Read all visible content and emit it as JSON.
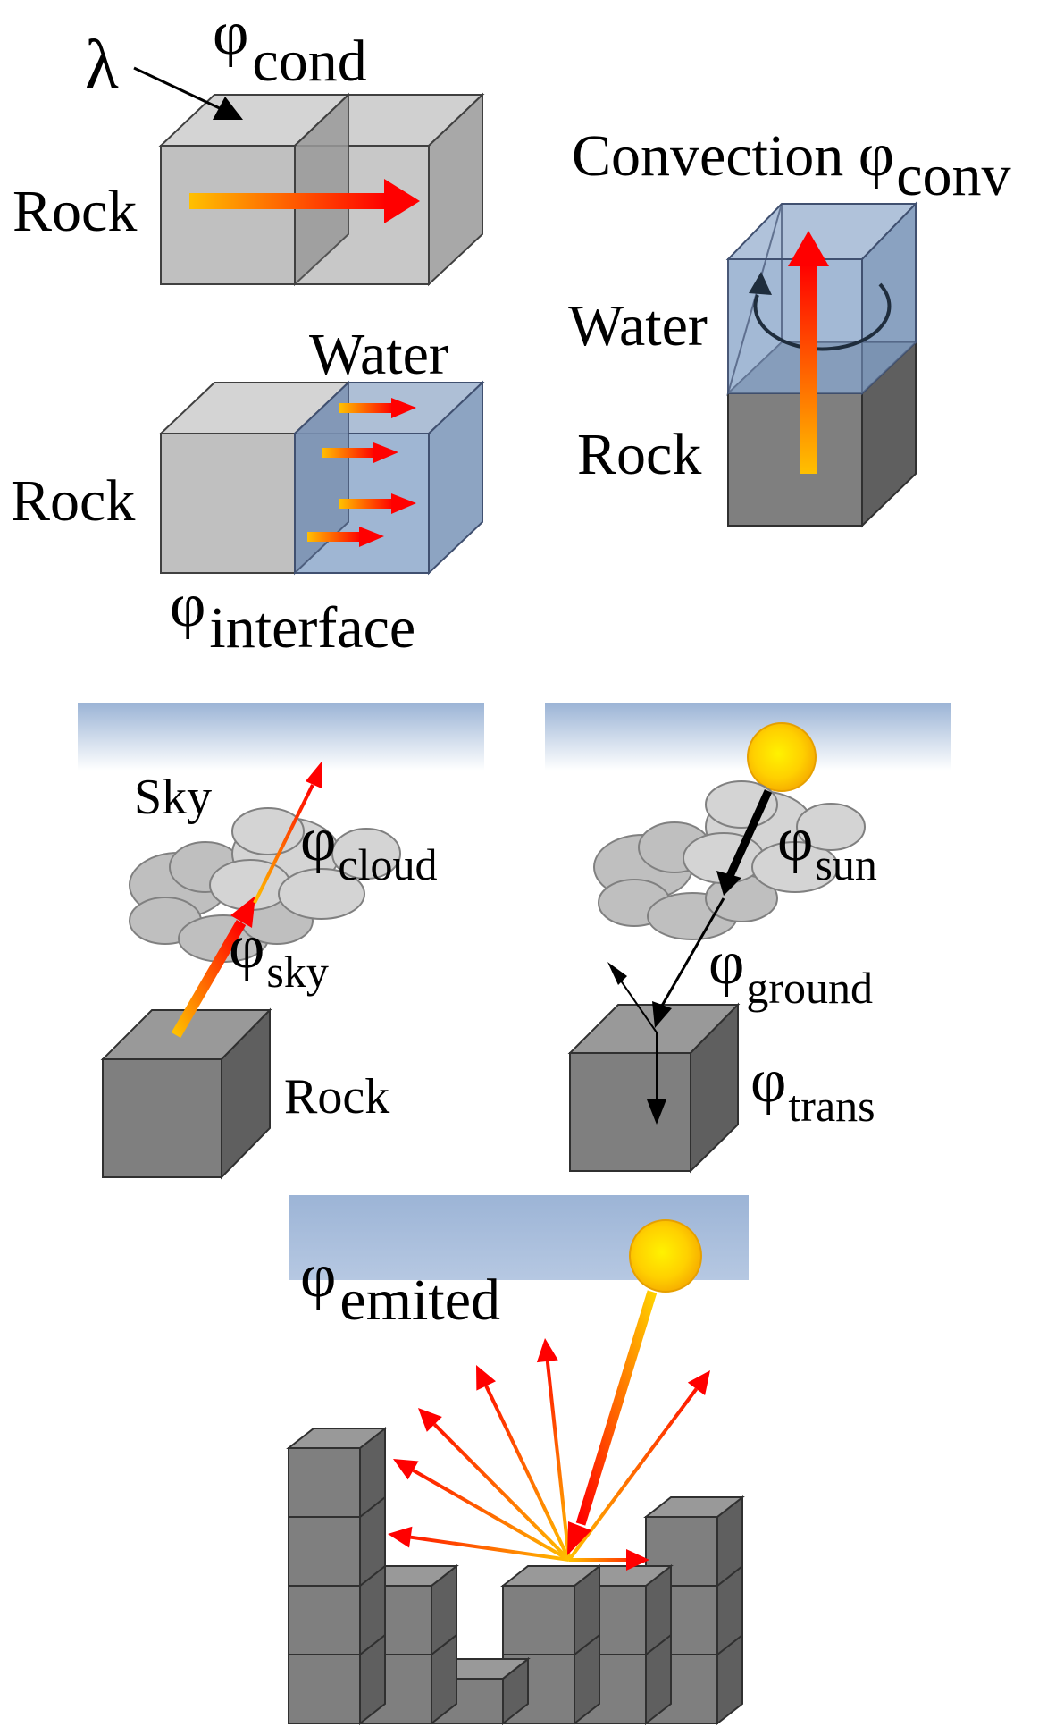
{
  "panels": {
    "conduction": {
      "lambda": "λ",
      "phi": "φ",
      "sub": "cond",
      "rock": "Rock"
    },
    "interface": {
      "water": "Water",
      "rock": "Rock",
      "phi": "φ",
      "sub": "interface"
    },
    "convection": {
      "title": "Convection ",
      "phi": "φ",
      "sub": "conv",
      "water": "Water",
      "rock": "Rock"
    },
    "sky": {
      "sky": "Sky",
      "phi_cloud": "φ",
      "sub_cloud": "cloud",
      "phi_sky": "φ",
      "sub_sky": "sky",
      "rock": "Rock"
    },
    "sun": {
      "phi_sun": "φ",
      "sub_sun": "sun",
      "phi_ground": "φ",
      "sub_ground": "ground",
      "phi_trans": "φ",
      "sub_trans": "trans"
    },
    "emitted": {
      "phi": "φ",
      "sub": "emited"
    }
  },
  "colors": {
    "rock_light_front": "#c0c0c0",
    "rock_light_top": "#d2d2d2",
    "rock_light_side": "#a8a8a8",
    "rock_dark_front": "#7f7f7f",
    "rock_dark_top": "#999999",
    "rock_dark_side": "#5f5f5f",
    "water": "#9fb6d3",
    "sky": "#9cb4d6",
    "sun": "#ffc000",
    "arrow_hot": "#ff0000",
    "arrow_warm": "#ffc000",
    "cloud": "#bfbfbf"
  }
}
